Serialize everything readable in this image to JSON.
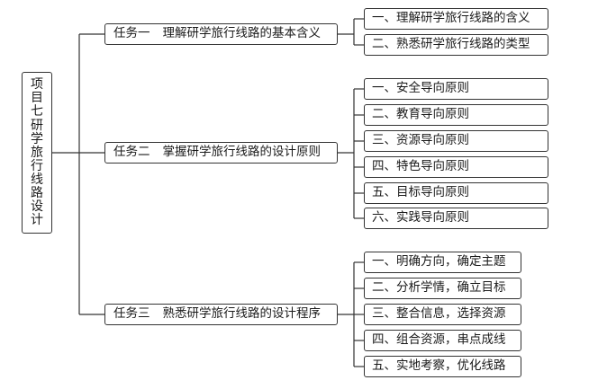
{
  "root": {
    "lines": [
      "项",
      "目",
      "七",
      "",
      "研",
      "学",
      "旅",
      "行",
      "线",
      "路",
      "设",
      "计"
    ]
  },
  "tasks": [
    {
      "number": "任务一",
      "title": "理解研学旅行线路的基本含义",
      "items": [
        "一、理解研学旅行线路的含义",
        "二、熟悉研学旅行线路的类型"
      ]
    },
    {
      "number": "任务二",
      "title": "掌握研学旅行线路的设计原则",
      "items": [
        "一、安全导向原则",
        "二、教育导向原则",
        "三、资源导向原则",
        "四、特色导向原则",
        "五、目标导向原则",
        "六、实践导向原则"
      ]
    },
    {
      "number": "任务三",
      "title": "熟悉研学旅行线路的设计程序",
      "items": [
        "一、明确方向，确定主题",
        "二、分析学情，确立目标",
        "三、整合信息，选择资源",
        "四、组合资源，串点成线",
        "五、实地考察，优化线路"
      ]
    }
  ]
}
